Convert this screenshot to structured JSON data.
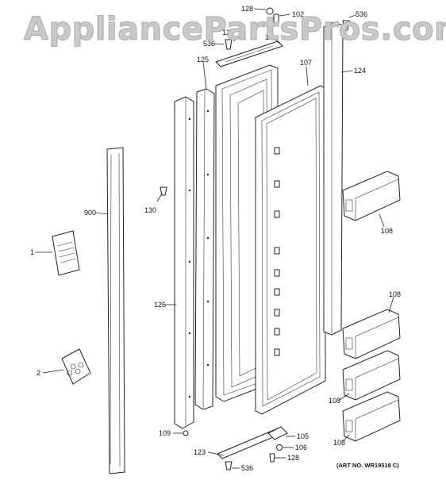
{
  "watermark": "AppliancePartsPros.com",
  "art_number": "(ART NO. WR19518 C)",
  "callouts": {
    "c128_top": "128",
    "c102": "102",
    "c536_top_right": "536",
    "c12": "12",
    "c10": "10",
    "c536_top_left": "536",
    "c125": "125",
    "c107": "107",
    "c124": "124",
    "c130": "130",
    "c900": "900",
    "c108_a": "108",
    "c1": "1",
    "c126": "126",
    "c108_b": "108",
    "c2": "2",
    "c108_c": "108",
    "c108_d": "108",
    "c109": "109",
    "c105": "105",
    "c106": "106",
    "c123": "123",
    "c128_bottom": "128",
    "c536_bottom": "536"
  }
}
